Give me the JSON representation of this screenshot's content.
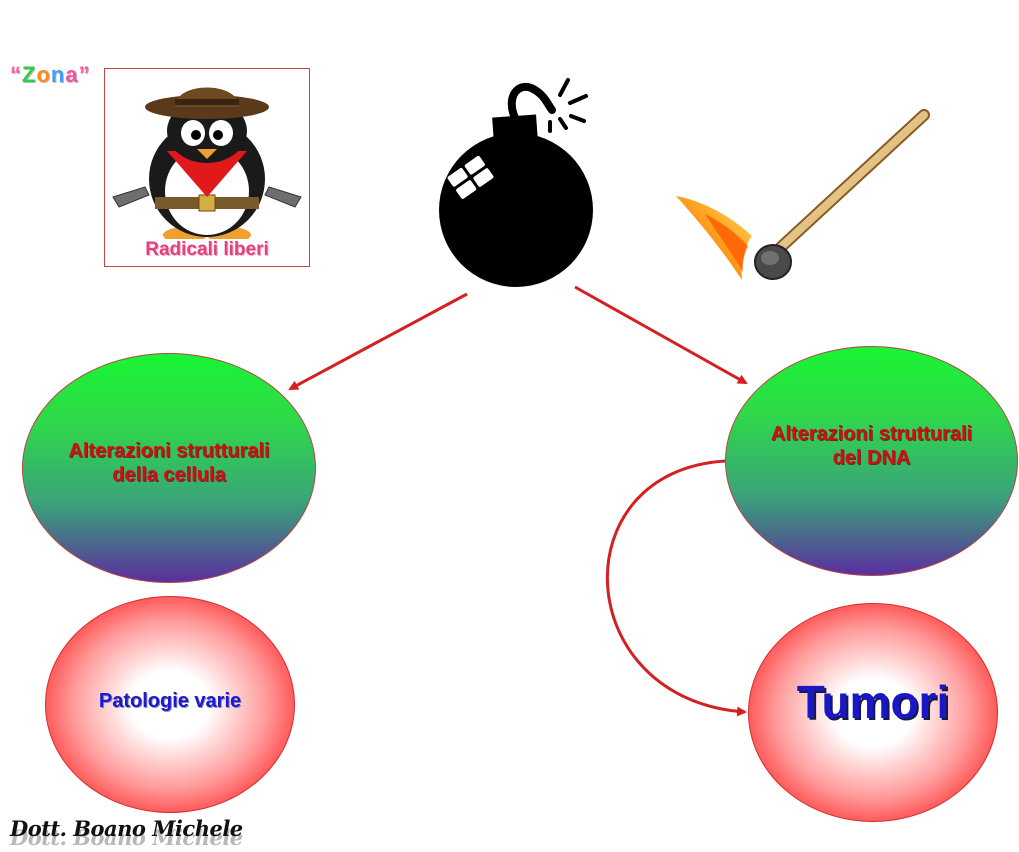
{
  "corner_label": {
    "open_quote": "“",
    "letters": [
      "Z",
      "o",
      "n",
      "a"
    ],
    "close_quote": "”",
    "letter_colors": [
      "#2ecc40",
      "#ff8c1a",
      "#3aa0ff",
      "#ff4fa0"
    ],
    "quote_color": "#ff5aa0"
  },
  "penguin_panel": {
    "caption": "Radicali liberi",
    "icon": "cowboy-penguin-icon"
  },
  "bomb": {
    "icon": "bomb-icon"
  },
  "match": {
    "icon": "burning-match-icon"
  },
  "nodes": {
    "cell_alterations": [
      "Alterazioni strutturali",
      "della cellula"
    ],
    "dna_alterations": [
      "Alterazioni strutturali",
      "del DNA"
    ],
    "various_pathologies": "Patologie varie",
    "tumors": "Tumori"
  },
  "signature": "Dott. Boano Michele",
  "colors": {
    "arrow": "#d42020",
    "green_top": "#19f533",
    "green_bottom": "#5a2f9e",
    "red_edge": "#ff2222",
    "node_text_red": "#cc1111",
    "node_text_blue": "#1a1ad0"
  }
}
